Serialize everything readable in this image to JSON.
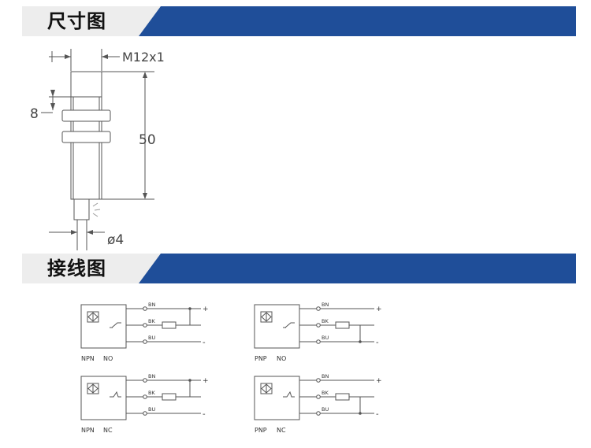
{
  "sections": {
    "dimensions_title": "尺寸图",
    "wiring_title": "接线图"
  },
  "dimension_drawing": {
    "thread": "M12x1",
    "nut_offset": "8",
    "length": "50",
    "cable_diameter": "ø4"
  },
  "wiring": {
    "wires": {
      "brown": "BN",
      "black": "BK",
      "blue": "BU"
    },
    "positive": "+",
    "negative": "-",
    "diagrams": [
      {
        "type": "NPN",
        "output": "NO"
      },
      {
        "type": "PNP",
        "output": "NO"
      },
      {
        "type": "NPN",
        "output": "NC"
      },
      {
        "type": "PNP",
        "output": "NC"
      }
    ]
  },
  "colors": {
    "banner_blue": "#1f4e99",
    "banner_grey": "#ededed",
    "line": "#555555"
  }
}
